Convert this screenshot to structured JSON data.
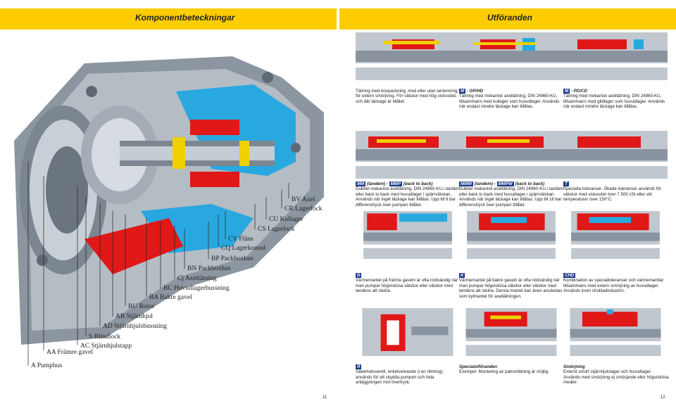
{
  "header": {
    "left_title": "Komponentbeteckningar",
    "right_title": "Utföranden"
  },
  "labels": [
    {
      "key": "a",
      "text": "A Pumphus"
    },
    {
      "key": "aa",
      "text": "AA Främre gavel"
    },
    {
      "key": "ac",
      "text": "AC Stjärnhjulstapp"
    },
    {
      "key": "s",
      "text": "S Blindlock"
    },
    {
      "key": "ad",
      "text": "AD Stjärnhjulsbussning"
    },
    {
      "key": "ab",
      "text": "AB Stjärnhjul"
    },
    {
      "key": "bu",
      "text": "BU Rotor"
    },
    {
      "key": "ba",
      "text": "BA Bakre gavel"
    },
    {
      "key": "bc",
      "text": "BC Huvudlagerbussning"
    },
    {
      "key": "cj",
      "text": "Cj Axeltätning"
    },
    {
      "key": "bn",
      "text": "BN Packboxhus"
    },
    {
      "key": "bp",
      "text": "BP Packboxhus"
    },
    {
      "key": "cq",
      "text": "CQ Lagerkonsol"
    },
    {
      "key": "cy",
      "text": "CY Fläns"
    },
    {
      "key": "cs",
      "text": "CS Lagerlock"
    },
    {
      "key": "cu",
      "text": "CU Kullager"
    },
    {
      "key": "cr",
      "text": "CR Lagerlock"
    },
    {
      "key": "bv",
      "text": "BV Axel"
    }
  ],
  "panels": [
    {
      "code": "",
      "code2": "",
      "head": "",
      "text": "Tätning med boxpackning, med eller utan lanternring, för extern smörjning. För vätskor med hög viskositet, och där läckage är tillåtet."
    },
    {
      "code": "M",
      "code2": "",
      "head": " - GP/HD",
      "text": "Tätning med mekanisk axeltätning, DIN 24960-KU, tillsammans med kullager som huvudlager. Används när endast mindre läckage kan tillåtas."
    },
    {
      "code": "M",
      "code2": "",
      "head": " - PD/CD",
      "text": "Tätning med mekanisk axeltätning, DIN 24960-KU, tillsammans med glidlager som huvudlager. Används när endast mindre läckage kan tillåtas."
    },
    {
      "code": "MM",
      "code2": "MMP",
      "head": " (tandem) - ",
      "head2": " (back to back)",
      "text": "Dubbel mekanisk axeltätning, DIN 24960-KU,i tandem eller back to back med huvudlager i spärrvätskan. Används när inget läckage kan tillåtas. Upp till 6 bar differenstryck över pumpen tillåtet."
    },
    {
      "code": "MMW",
      "code2": "MMPW",
      "head": " (tandem) - ",
      "head2": " (back to back)",
      "text": "Dubbel mekanisk axeltätning, DIN 24960-KU,i tandem eller back to back med huvudlager i spärrvätskan. Används när inget läckage kan tillåtas. Upp till 16 bar differenstryck över pumpen tillåtet."
    },
    {
      "code": "T",
      "code2": "",
      "head": "",
      "text": "Speciella toleranser. Ökade toleranser används för vätskor med viskositet över 7 500 cSt eller vid temperaturer över 150°C."
    },
    {
      "code": "D",
      "code2": "",
      "head": "",
      "text": "Värmemantel på främre gaveln är ofta nödvändig när man pumpar högviskösa vätskor eller vätskor med tendens att stelna."
    },
    {
      "code": "K",
      "code2": "",
      "head": "",
      "text": "Värmemantel på bakre gaveln är ofta nödvändig när man pumpar högviskösa vätskor eller vätskor med tendens att stelna. Denna mantel kan även användas som kylmantel för axeltätningen."
    },
    {
      "code": "CHD",
      "code2": "",
      "head": "",
      "text": "Kombination av specialtoleranser och värmemantlar tillsammans med extern smörjning av huvudlager. Används inom chokladindustrin."
    },
    {
      "code": "R",
      "code2": "",
      "head": "",
      "text": "Säkerhetsventil, enkelverkande (i en riktning), används för att skydda pumpen och hela anläggningen mot övertryck."
    },
    {
      "code": "",
      "code2": "",
      "head": "Specialutföranden",
      "text": "Exempel: Montering av patrontätning är möjlig."
    },
    {
      "code": "",
      "code2": "",
      "head": "Smörjning",
      "text": "Externt smort stjärnhjulslager och huvudlager. Används med smörjning ej smörjande eller högviskösa medier."
    }
  ],
  "page_numbers": {
    "left": "11",
    "right": "12"
  },
  "colors": {
    "accent": "#ffcc00",
    "code_bg": "#1f3a8a",
    "code_red": "#d01c1c",
    "casing": "#9aa3ad",
    "seal_red": "#e01818",
    "fluid_blue": "#29a8e0"
  }
}
